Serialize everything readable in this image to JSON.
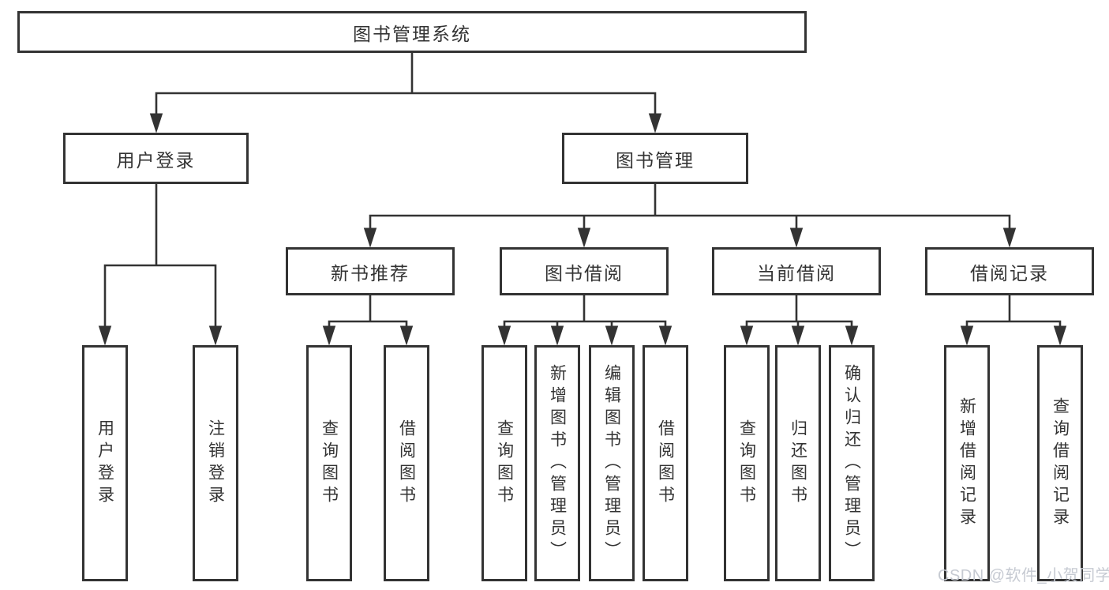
{
  "tree": {
    "root": {
      "label": "图书管理系统"
    },
    "user_branch": {
      "label": "用户登录",
      "children": [
        {
          "label": "用户登录"
        },
        {
          "label": "注销登录"
        }
      ]
    },
    "book_branch": {
      "label": "图书管理",
      "groups": [
        {
          "label": "新书推荐",
          "children": [
            {
              "label": "查询图书"
            },
            {
              "label": "借阅图书"
            }
          ]
        },
        {
          "label": "图书借阅",
          "children": [
            {
              "label": "查询图书"
            },
            {
              "label": "新增图书（管理员）"
            },
            {
              "label": "编辑图书（管理员）"
            },
            {
              "label": "借阅图书"
            }
          ]
        },
        {
          "label": "当前借阅",
          "children": [
            {
              "label": "查询图书"
            },
            {
              "label": "归还图书"
            },
            {
              "label": "确认归还（管理员）"
            }
          ]
        },
        {
          "label": "借阅记录",
          "children": [
            {
              "label": "新增借阅记录"
            },
            {
              "label": "查询借阅记录"
            }
          ]
        }
      ]
    }
  },
  "watermark": {
    "text": "CSDN @软件_小贺同学"
  },
  "colors": {
    "line": "#333333",
    "box_border": "#333333",
    "text": "#333333",
    "watermark": "#c6cad2",
    "background": "#ffffff"
  }
}
